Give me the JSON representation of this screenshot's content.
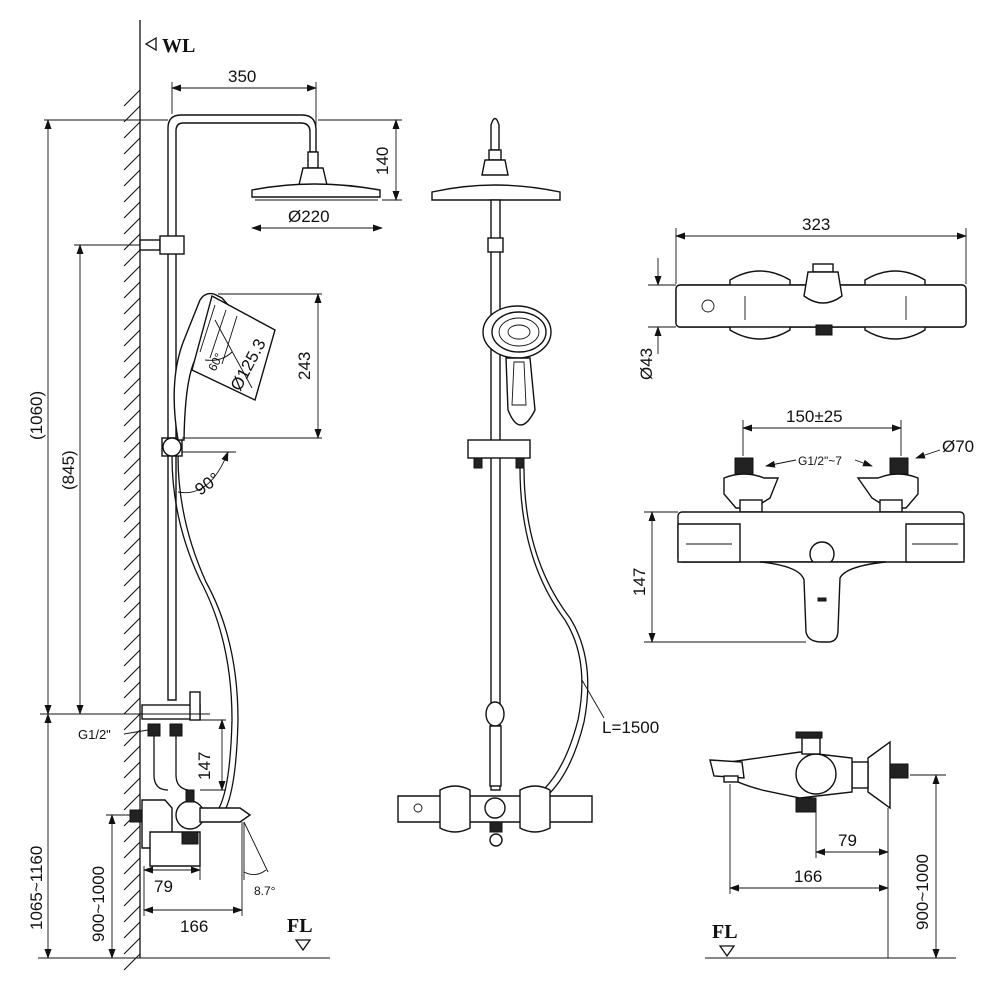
{
  "refs": {
    "wall_level": "WL",
    "floor_level": "FL"
  },
  "dimensions": {
    "arm_reach": "350",
    "head_drop": "140",
    "head_diameter": "Ø220",
    "total_height": "(1060)",
    "rail_height": "(845)",
    "hand_height": "243",
    "hand_diameter": "Ø125.3",
    "hand_angle": "60°",
    "hose_angle": "90°",
    "inlet_thread": "G1/2\"",
    "mixer_height_side": "147",
    "install_height": "1065~1160",
    "outlet_height": "900~1000",
    "spout_inner": "79",
    "spout_outer": "166",
    "spout_angle": "8.7°",
    "hose_length": "L=1500",
    "mixer_width": "323",
    "mixer_diameter": "Ø43",
    "inlet_spacing": "150±25",
    "inlet_thread_front": "G1/2\"~7",
    "inlet_diameter": "Ø70",
    "mixer_height_front": "147",
    "outlet_height_right": "900~1000",
    "spout_inner_right": "79",
    "spout_outer_right": "166",
    "floor_level_right": "FL"
  }
}
